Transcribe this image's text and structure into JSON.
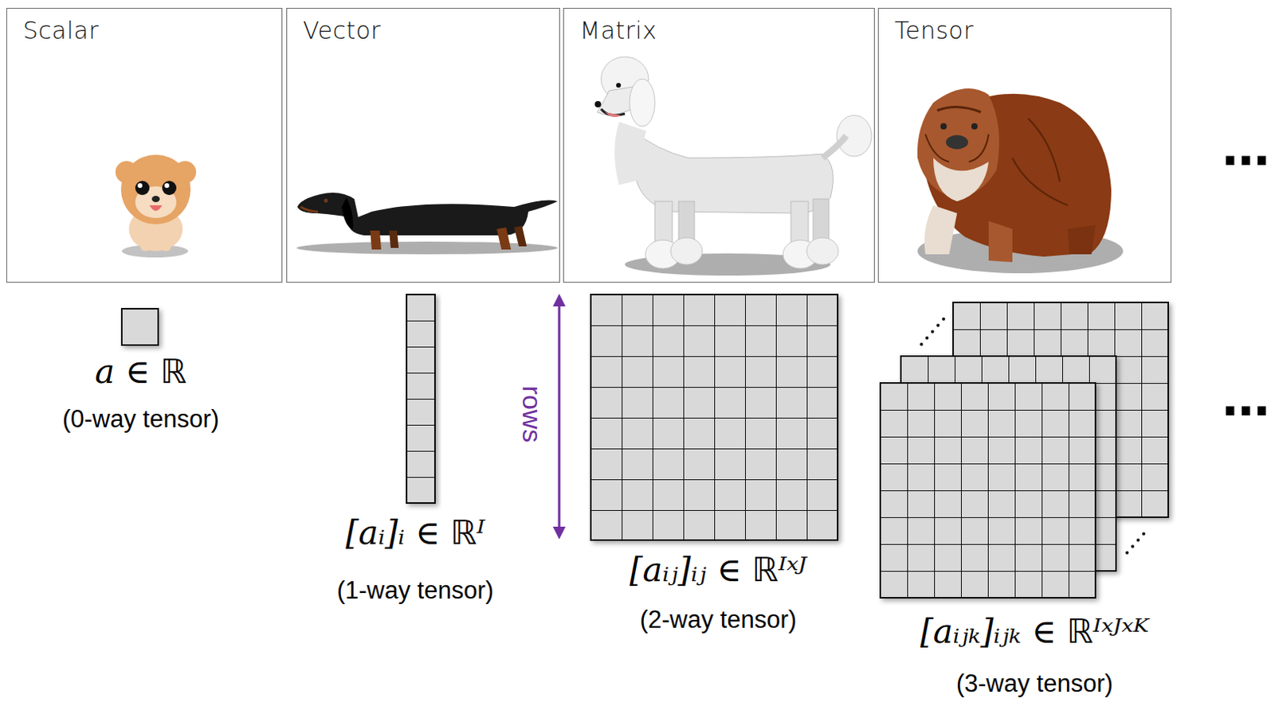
{
  "diagram": {
    "nodes": [
      {
        "text": [
          "Scalar"
        ]
      },
      {
        "text": [
          "Vector"
        ]
      },
      {
        "text": [
          "Matrix"
        ]
      },
      {
        "text": [
          "Tensor"
        ]
      }
    ],
    "labels": [
      "a ∈ ℝ",
      "(0-way tensor)",
      "[aᵢ]ᵢ ∈ ℝᴵ",
      "(1-way tensor)",
      "rows",
      "[aᵢⱼ]ᵢⱼ ∈ ℝᴵˣᴶ",
      "(2-way tensor)",
      "[aᵢⱼₖ]ᵢⱼₖ ∈ ℝᴵˣᴶˣᴷ",
      "(3-way tensor)",
      "⋯",
      "⋯"
    ]
  }
}
